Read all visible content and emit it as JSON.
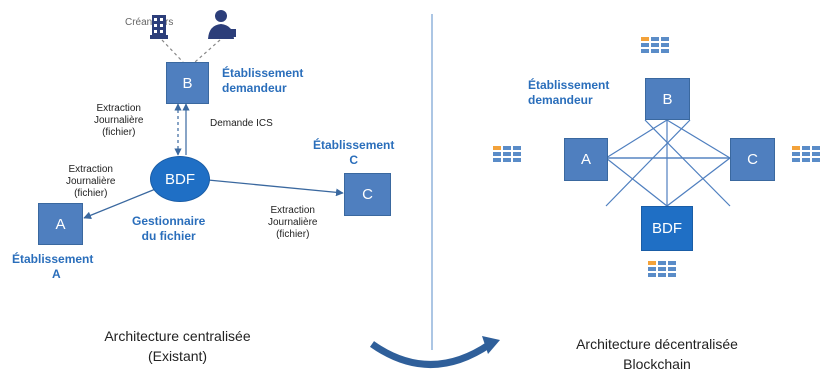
{
  "left": {
    "creanciers_label": "Créanciers",
    "node_b": "B",
    "node_b_label": [
      "Établissement",
      "demandeur"
    ],
    "node_bdf": "BDF",
    "bdf_label": [
      "Gestionnaire",
      "du fichier"
    ],
    "node_a": "A",
    "node_a_label": [
      "Établissement",
      "A"
    ],
    "node_c": "C",
    "node_c_label": [
      "Établissement",
      "C"
    ],
    "extraction_b": [
      "Extraction",
      "Journalière",
      "(fichier)"
    ],
    "demande_ics": "Demande ICS",
    "extraction_a": [
      "Extraction",
      "Journalière",
      "(fichier)"
    ],
    "extraction_c": [
      "Extraction",
      "Journalière",
      "(fichier)"
    ],
    "caption": [
      "Architecture centralisée",
      "(Existant)"
    ]
  },
  "right": {
    "node_b": "B",
    "node_b_label": [
      "Établissement",
      "demandeur"
    ],
    "node_a": "A",
    "node_c": "C",
    "node_bdf": "BDF",
    "caption": [
      "Architecture décentralisée",
      "Blockchain"
    ]
  },
  "colors": {
    "node_fill": "#4f7fbf",
    "bdf_fill": "#1f6fc5",
    "label_blue": "#2a6ebb",
    "ledger_orange": "#f3a23a",
    "ledger_blue": "#5a8cc8",
    "divider": "#5a8cc8"
  },
  "icons": [
    "bank-building-icon",
    "business-person-icon",
    "ledger-icon",
    "curved-arrow-icon"
  ]
}
